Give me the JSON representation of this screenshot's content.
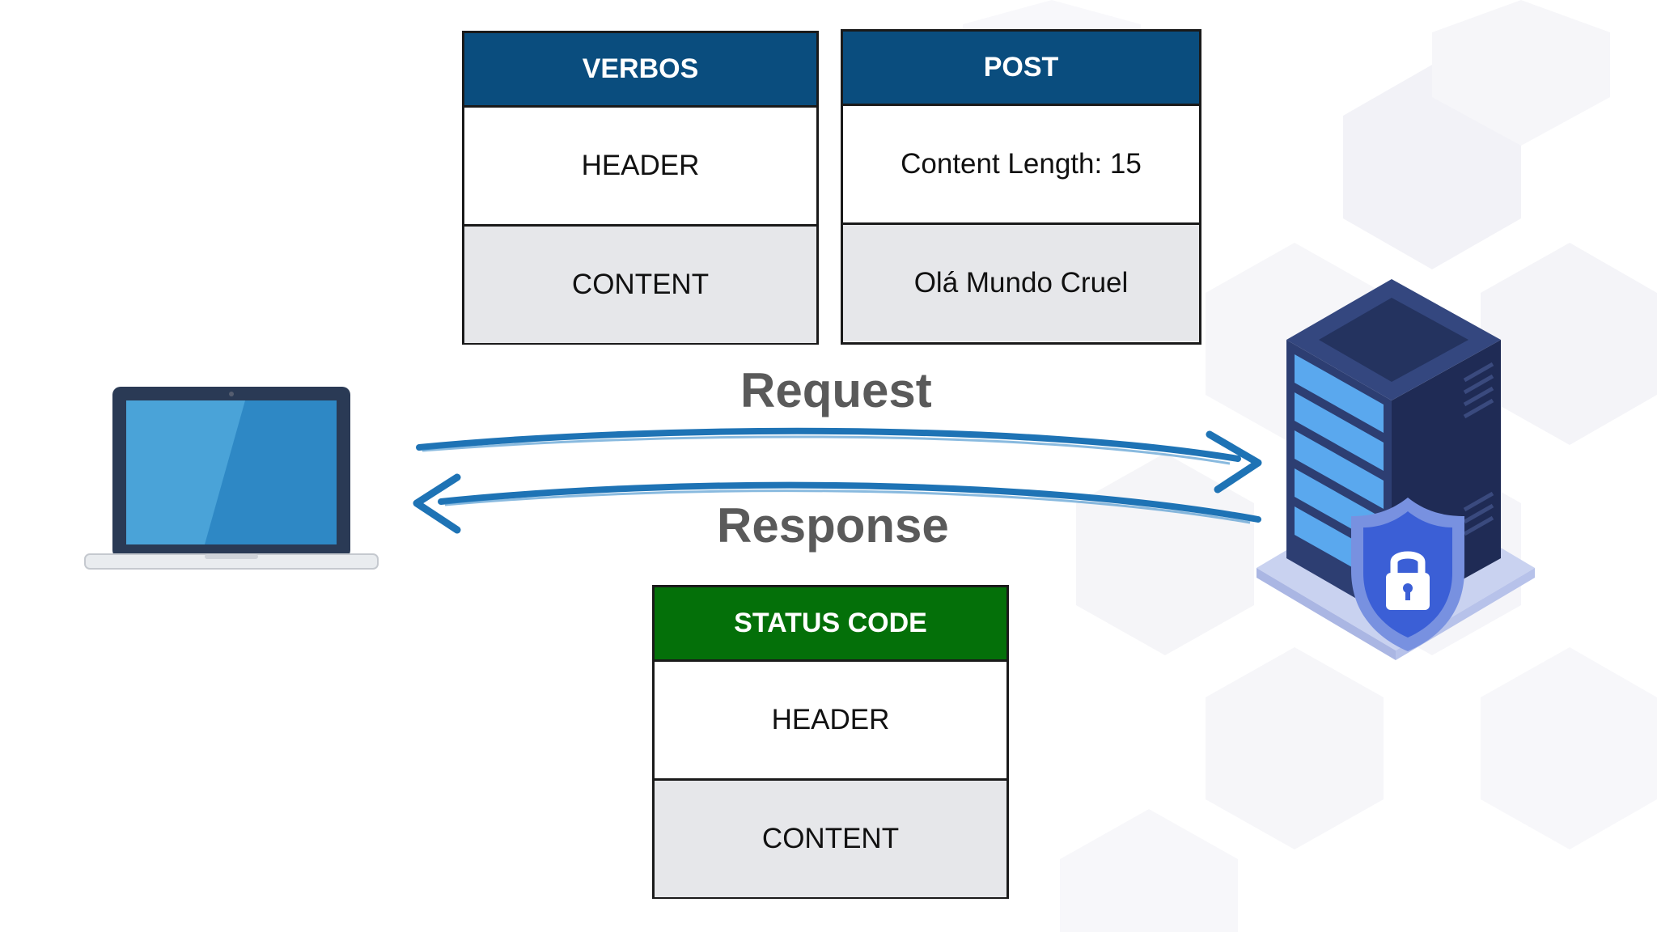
{
  "request_table": {
    "header": "VERBOS",
    "row_header": "HEADER",
    "row_content": "CONTENT"
  },
  "post_table": {
    "header": "POST",
    "row_header": "Content Length: 15",
    "row_content": "Olá Mundo Cruel"
  },
  "response_table": {
    "header": "STATUS CODE",
    "row_header": "HEADER",
    "row_content": "CONTENT"
  },
  "flow": {
    "request_label": "Request",
    "response_label": "Response"
  },
  "icons": {
    "client": "laptop-icon",
    "server": "server-icon",
    "security": "shield-lock-icon",
    "request_arrow": "arrow-right-icon",
    "response_arrow": "arrow-left-icon"
  },
  "colors": {
    "request_header": "#0a4d7e",
    "response_header": "#047009",
    "content_row": "#e6e7ea",
    "arrow": "#1e73b5",
    "label": "#5a5a5a"
  }
}
